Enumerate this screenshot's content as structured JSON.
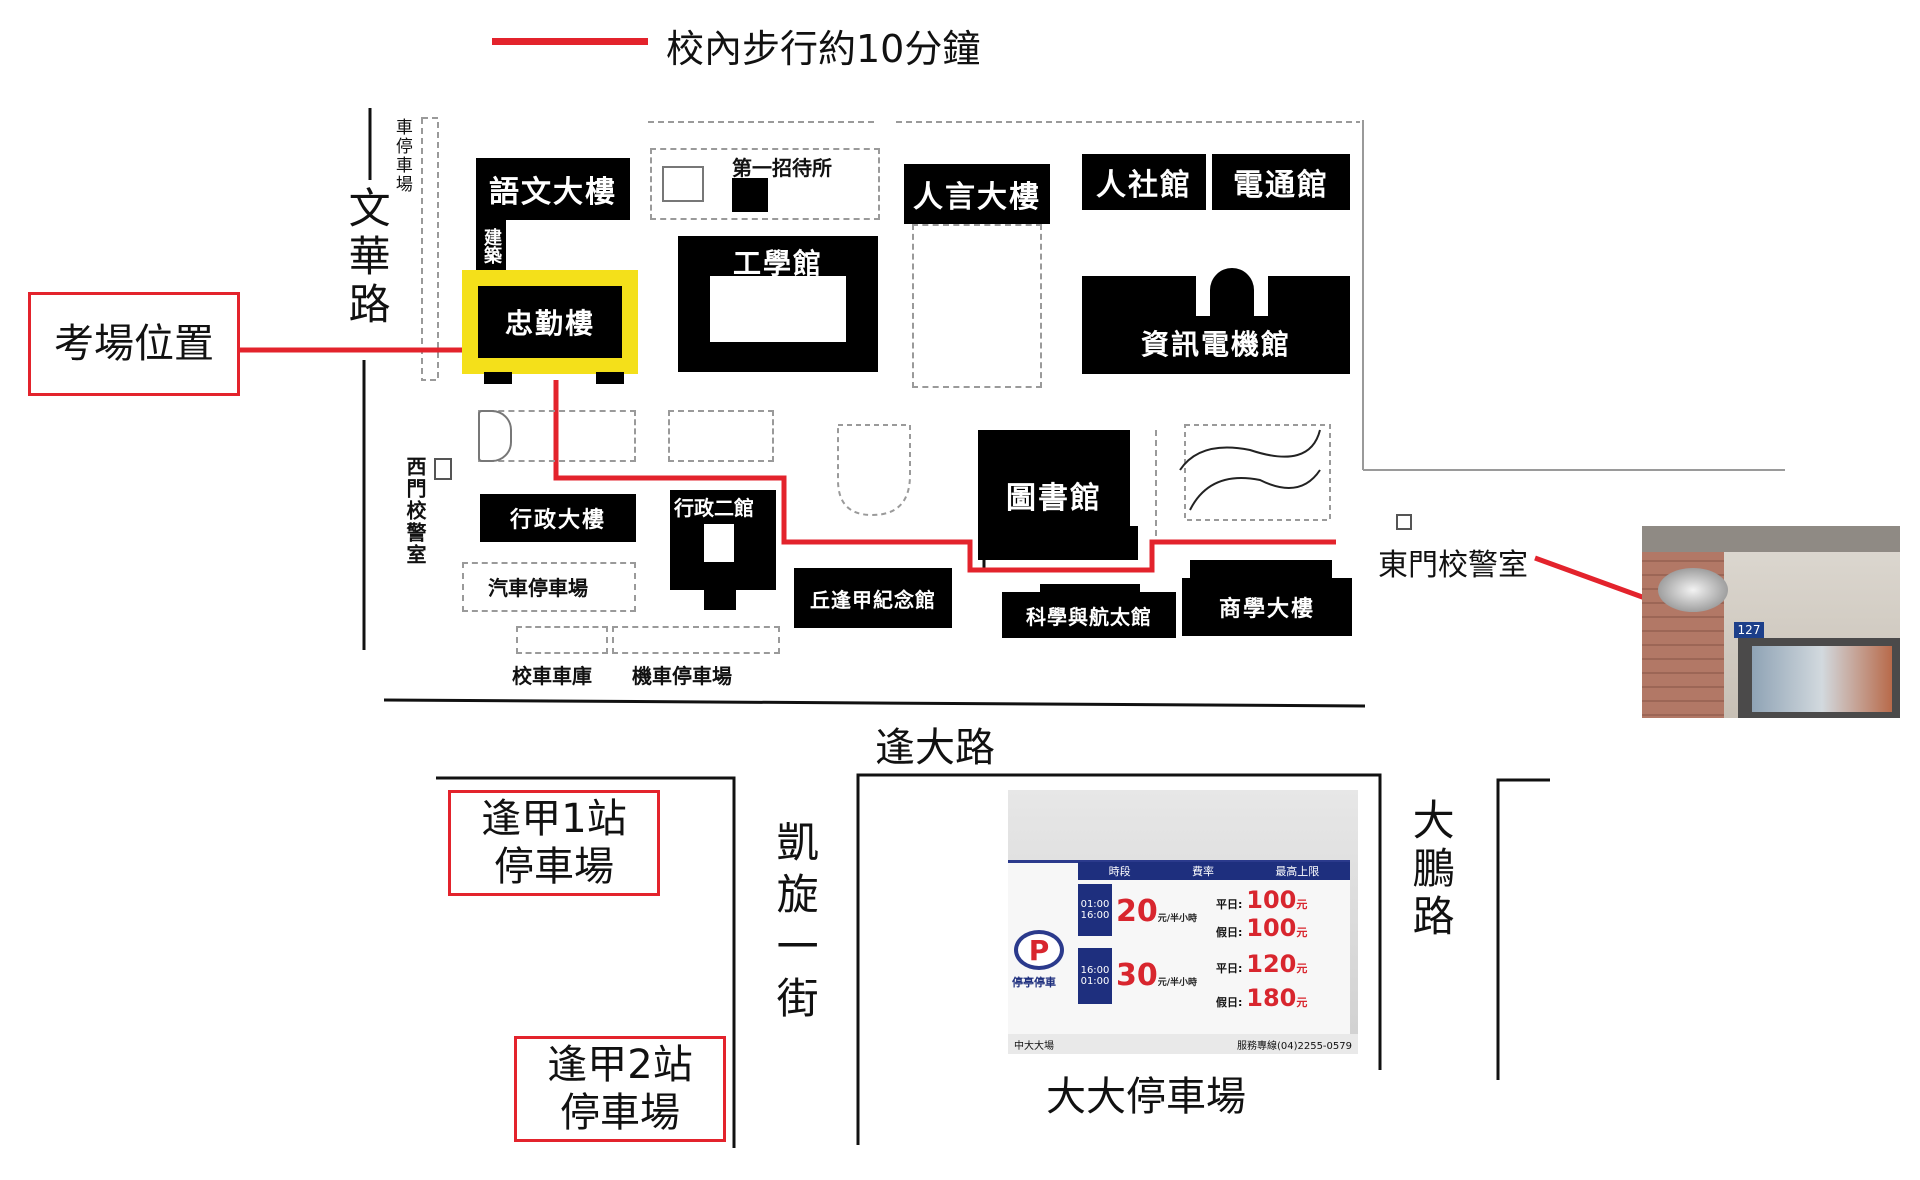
{
  "legend": {
    "text": "校內步行約10分鐘",
    "line_color": "#e3232c"
  },
  "exam_location": {
    "label": "考場位置",
    "building": "忠勤樓",
    "highlight_color": "#f4e01a"
  },
  "roads": {
    "wenhua": "文華路",
    "fengda": "逢大路",
    "kaixuan": "凱旋一街",
    "dapeng": "大鵬路"
  },
  "buildings": {
    "yuwen": "語文大樓",
    "jianzhu": "建築",
    "first_guest": "第一招待所",
    "gongxue": "工學館",
    "renyan": "人言大樓",
    "renshe": "人社館",
    "diantong": "電通館",
    "zixun": "資訊電機館",
    "xingzheng": "行政大樓",
    "xingzheng2": "行政二館",
    "qiufengjia": "丘逢甲紀念館",
    "library": "圖書館",
    "kexue": "科學與航太館",
    "shangxue": "商學大樓"
  },
  "labels": {
    "west_gate": "西門校警室",
    "east_gate": "東門校警室",
    "car_parking": "汽車停車場",
    "school_garage": "校車車庫",
    "moto_parking": "機車停車場",
    "top_parking": "車停車場"
  },
  "parking": {
    "feng1": [
      "逢甲1站",
      "停車場"
    ],
    "feng2": [
      "逢甲2站",
      "停車場"
    ],
    "dada": "大大停車場"
  },
  "sign": {
    "brand": "停亭停車",
    "headers": [
      "時段",
      "費率",
      "最高上限"
    ],
    "rows": [
      {
        "time_from": "01:00",
        "time_to": "16:00",
        "rate": "20",
        "unit": "元/半小時",
        "weekday_label": "平日:",
        "weekday": "100",
        "holiday_label": "假日:",
        "holiday": "100",
        "cur": "元"
      },
      {
        "time_from": "16:00",
        "time_to": "01:00",
        "rate": "30",
        "unit": "元/半小時",
        "weekday_label": "平日:",
        "weekday": "120",
        "holiday_label": "假日:",
        "holiday": "180",
        "cur": "元"
      }
    ],
    "footer_left": "中大大場",
    "footer_right": "服務專線(04)2255-0579"
  },
  "photo": {
    "plate": "127"
  }
}
